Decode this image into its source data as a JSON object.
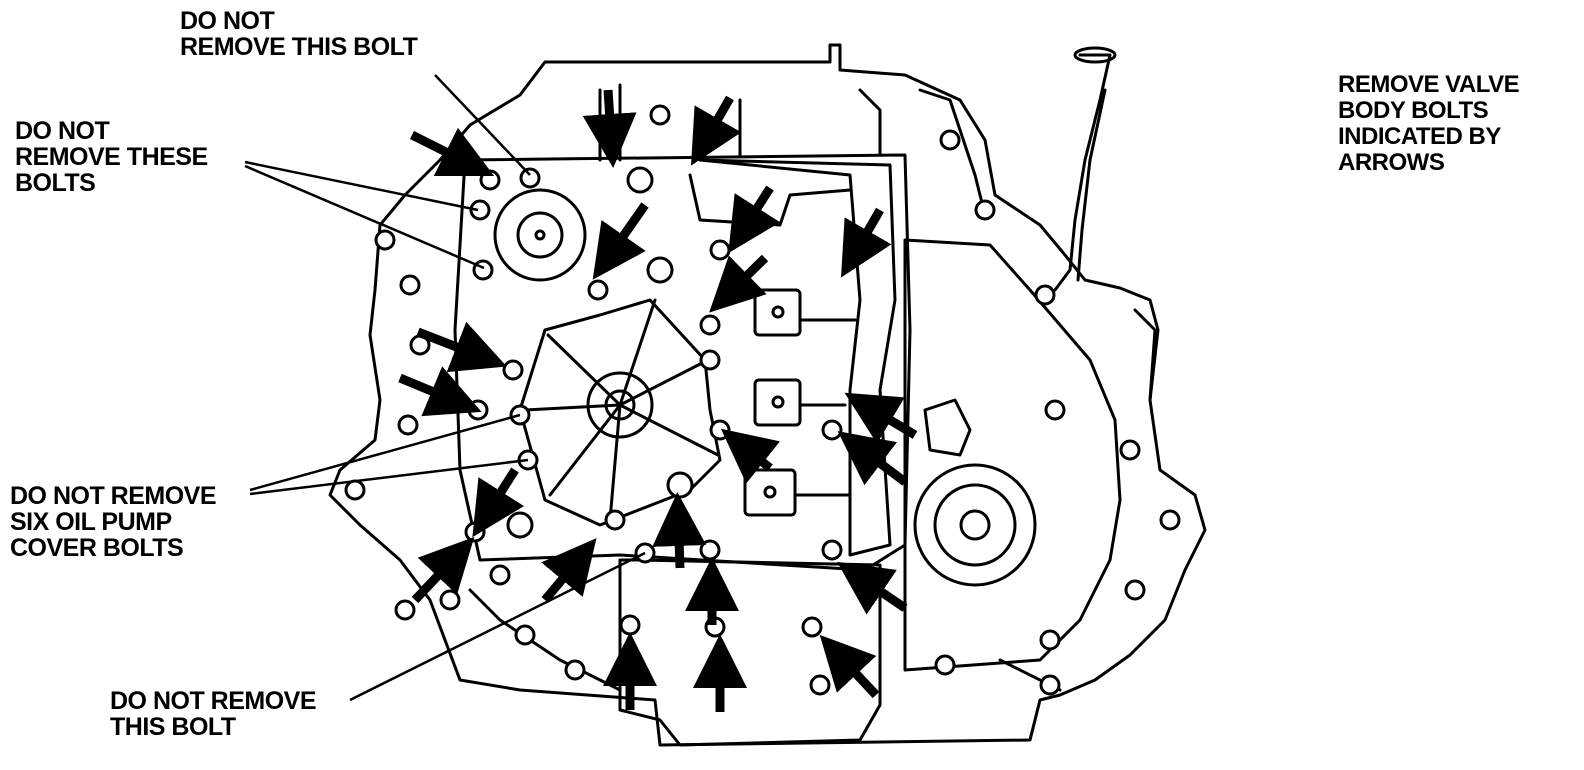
{
  "labels": {
    "top_bolt": [
      "DO NOT",
      "REMOVE THIS BOLT"
    ],
    "these_bolts": [
      "DO NOT",
      "REMOVE THESE",
      "BOLTS"
    ],
    "pump_cover": [
      "DO NOT REMOVE",
      "SIX OIL PUMP",
      "COVER BOLTS"
    ],
    "bottom_bolt": [
      "DO NOT REMOVE",
      "THIS BOLT"
    ],
    "instruction": [
      "REMOVE VALVE",
      "BODY BOLTS",
      "INDICATED BY",
      "ARROWS"
    ]
  },
  "colors": {
    "ink": "#000000",
    "paper": "#ffffff"
  }
}
